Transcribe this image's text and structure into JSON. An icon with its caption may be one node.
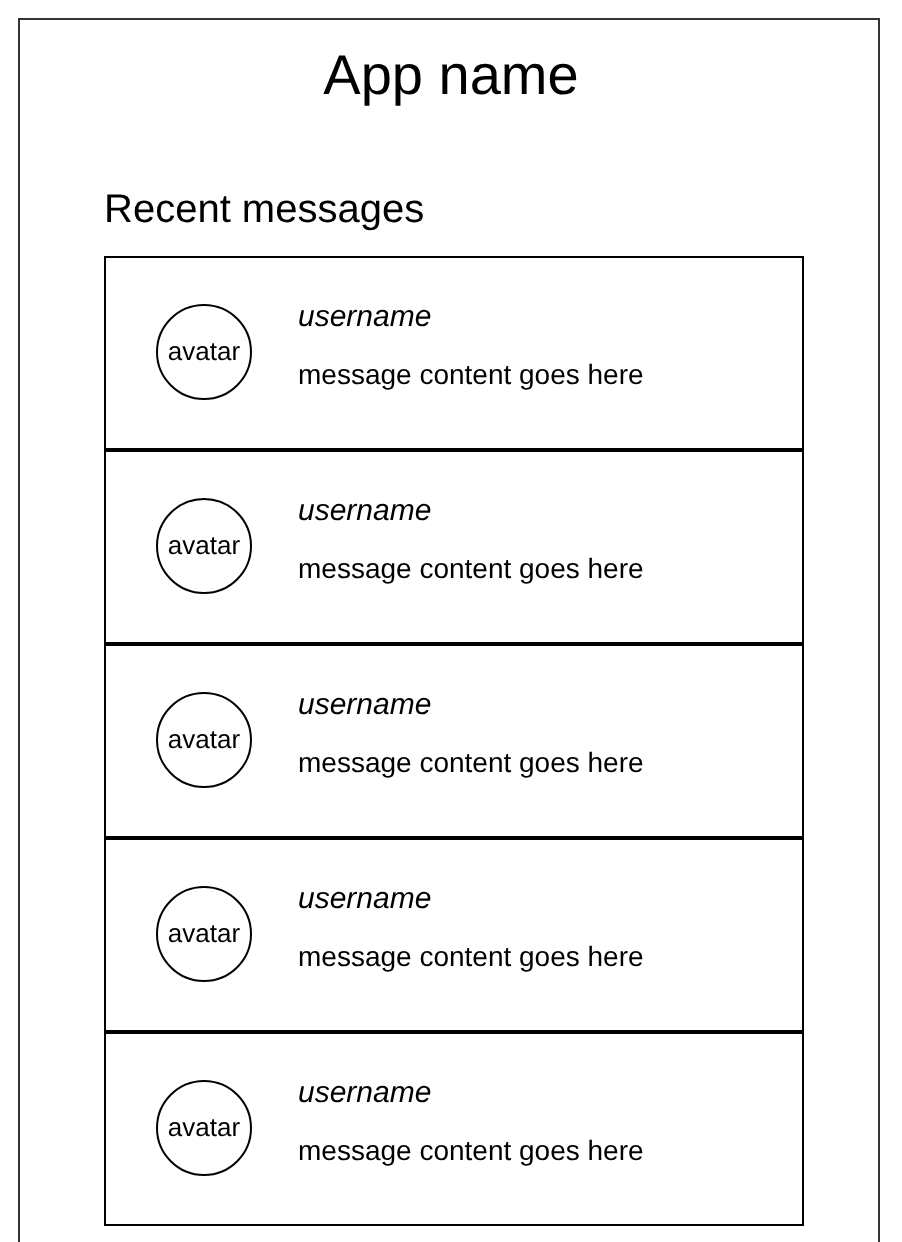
{
  "diagram": {
    "title": "App name",
    "nodes": [
      {
        "text": [
          "Recent messages"
        ]
      },
      {
        "text": [
          "username",
          "message content goes here"
        ],
        "in": 0
      },
      {
        "text": [
          "avatar"
        ],
        "in": 1
      },
      {
        "text": [
          "username",
          "message content goes here"
        ],
        "in": 0
      },
      {
        "text": [
          "avatar"
        ],
        "in": 3
      },
      {
        "text": [
          "username",
          "message content goes here"
        ],
        "in": 0
      },
      {
        "text": [
          "avatar"
        ],
        "in": 5
      },
      {
        "text": [
          "username",
          "message content goes here"
        ],
        "in": 0
      },
      {
        "text": [
          "avatar"
        ],
        "in": 7
      },
      {
        "text": [
          "username",
          "message content goes here"
        ],
        "in": 0
      },
      {
        "text": [
          "avatar"
        ],
        "in": 9
      }
    ],
    "edges": []
  }
}
